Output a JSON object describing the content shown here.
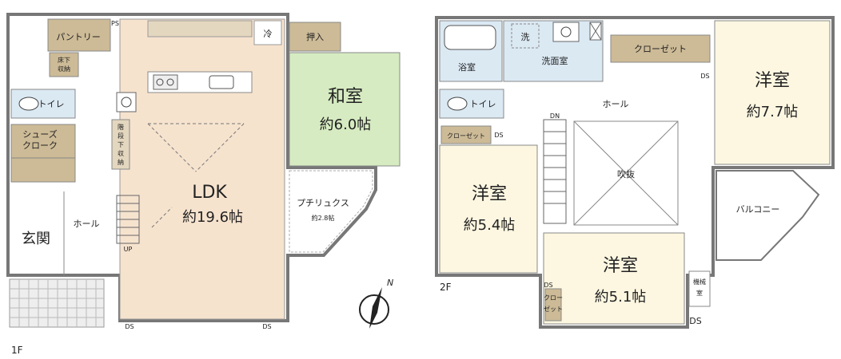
{
  "floor1": {
    "label": "1F",
    "pantry": "パントリー",
    "underfloor_storage": [
      "床下",
      "収納"
    ],
    "ps": "PS",
    "fridge": "冷",
    "toilet": "トイレ",
    "under_stairs_storage": [
      "階",
      "段",
      "下",
      "収",
      "納"
    ],
    "shoe_cloak": [
      "シューズ",
      "クローク"
    ],
    "hall": "ホール",
    "entrance": "玄関",
    "up": "UP",
    "ldk": {
      "name": "LDK",
      "area": "約19.6帖"
    },
    "closet_oshiire": "押入",
    "washitsu": {
      "name": "和室",
      "area": "約6.0帖"
    },
    "petit_ricks": {
      "name": "プチリュクス",
      "area": "約2.8帖"
    },
    "ds": "DS"
  },
  "floor2": {
    "label": "2F",
    "laundry": "洗",
    "bath": "浴室",
    "washroom": "洗面室",
    "closet": "クローゼット",
    "toilet": "トイレ",
    "hall": "ホール",
    "dn": "DN",
    "ds": "DS",
    "void": "吹抜",
    "western1": {
      "name": "洋室",
      "area": "約7.7帖"
    },
    "western2": {
      "name": "洋室",
      "area": "約5.4帖"
    },
    "western3": {
      "name": "洋室",
      "area": "約5.1帖"
    },
    "closet_vertical": [
      "クロー",
      "ゼット"
    ],
    "balcony": "バルコニー",
    "machine_room": [
      "機械",
      "室"
    ]
  },
  "compass": {
    "north": "N"
  },
  "colors": {
    "floor_wood": "#f6e3ce",
    "washitsu": "#d6ebc1",
    "wet_area": "#dbe9f3",
    "storage": "#cdbb97",
    "western_room": "#fdf7e1",
    "wall": "#777777"
  }
}
